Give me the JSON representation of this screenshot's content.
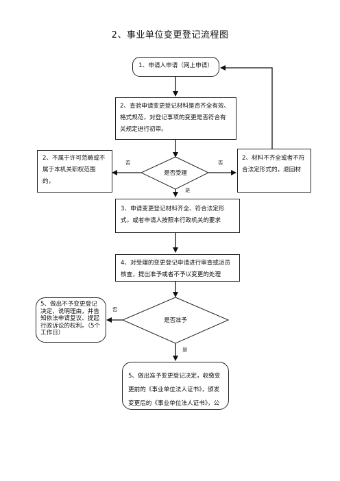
{
  "title": "2、事业单位变更登记流程图",
  "nodes": {
    "n1": "1、申请人申请（网上申请）",
    "n2": "2、查验申请变更登记材料是否齐全有效、格式规范，对登记事项的变更是否符合有关规定进行初审。",
    "d1": "是否受理",
    "left1": "2、不属于许可范畴或不属于本机关职权范围的，",
    "right1": "2、材料不齐全或者不符合法定形式的，退回材",
    "n3": "3、申请变更登记材料齐全、符合法定形式，或者申请人按照本行政机关的要求",
    "n4": "4、对受理的变更登记申请进行审查或派员核查，提出准予或者不予以变更的处理",
    "d2": "是否准予",
    "left2": "5、做出不予变更登记决定，说明理由，并告知依法申请复议、提起行政诉讼的权利。（5个工作日）",
    "n5": "5、做出准予变更登记决定，收缴变更前的《事业单位法人证书》，颁发变更后的《事业单位法人证书》，公"
  },
  "edge_labels": {
    "no_left1": "否",
    "no_right1": "否",
    "yes1": "是",
    "no_left2": "否",
    "yes2": "是"
  }
}
